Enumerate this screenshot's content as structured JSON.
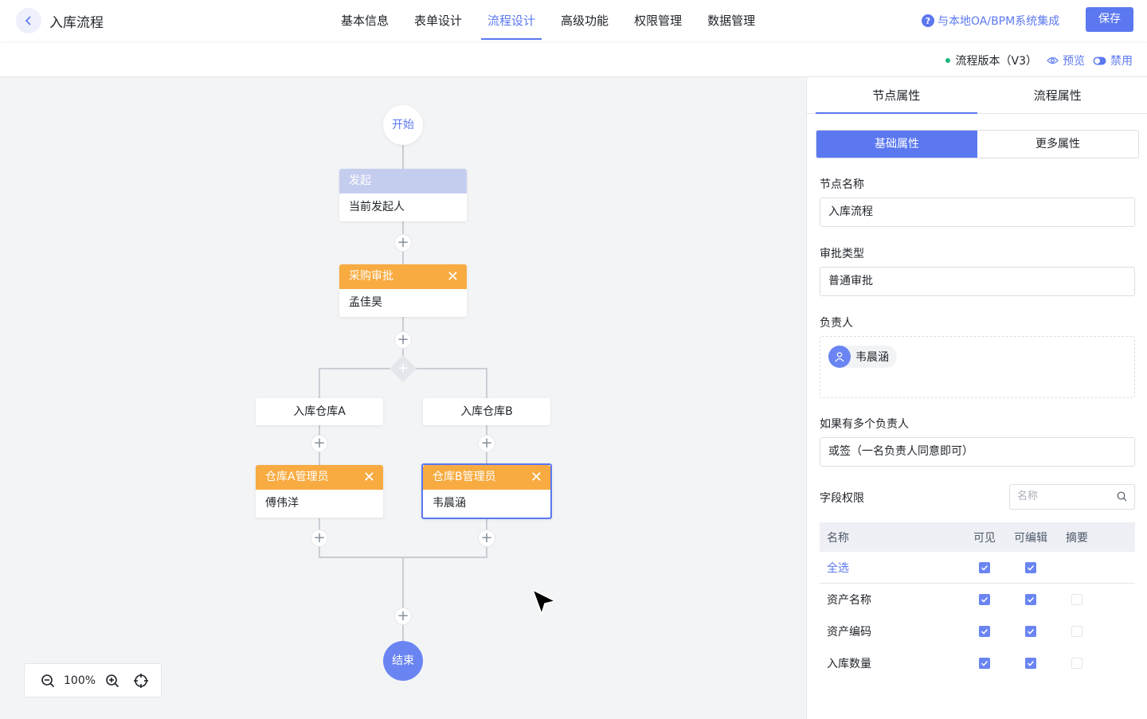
{
  "header": {
    "title": "入库流程",
    "tabs": [
      "基本信息",
      "表单设计",
      "流程设计",
      "高级功能",
      "权限管理",
      "数据管理"
    ],
    "active_tab": "流程设计",
    "integration_label": "与本地OA/BPM系统集成",
    "save_label": "保存"
  },
  "subbar": {
    "version_label": "流程版本（V3）",
    "preview_label": "预览",
    "disable_label": "禁用"
  },
  "flow": {
    "start_label": "开始",
    "end_label": "结束",
    "initiate": {
      "title": "发起",
      "body": "当前发起人"
    },
    "purchase": {
      "title": "采购审批",
      "body": "孟佳昊"
    },
    "branch_a": {
      "label": "入库仓库A",
      "title": "仓库A管理员",
      "body": "傅伟洋"
    },
    "branch_b": {
      "label": "入库仓库B",
      "title": "仓库B管理员",
      "body": "韦晨涵"
    },
    "plus": "+",
    "close": "✕"
  },
  "zoom": {
    "level": "100%"
  },
  "panel": {
    "tabs": [
      "节点属性",
      "流程属性"
    ],
    "segments": [
      "基础属性",
      "更多属性"
    ],
    "node_name_label": "节点名称",
    "node_name_value": "入库流程",
    "approval_type_label": "审批类型",
    "approval_type_value": "普通审批",
    "owner_label": "负责人",
    "owner_name": "韦晨涵",
    "multi_owner_label": "如果有多个负责人",
    "multi_owner_value": "或签（一名负责人同意即可）",
    "field_perm_label": "字段权限",
    "search_placeholder": "名称",
    "table_headers": [
      "名称",
      "可见",
      "可编辑",
      "摘要"
    ],
    "rows": [
      {
        "name": "全选",
        "visible": true,
        "editable": true,
        "summary": null
      },
      {
        "name": "资产名称",
        "visible": true,
        "editable": true,
        "summary": false
      },
      {
        "name": "资产编码",
        "visible": true,
        "editable": true,
        "summary": false
      },
      {
        "name": "入库数量",
        "visible": true,
        "editable": true,
        "summary": false
      }
    ]
  },
  "colors": {
    "accent": "#5b78f0",
    "orange": "#f7ab41",
    "green": "#19b77b"
  }
}
